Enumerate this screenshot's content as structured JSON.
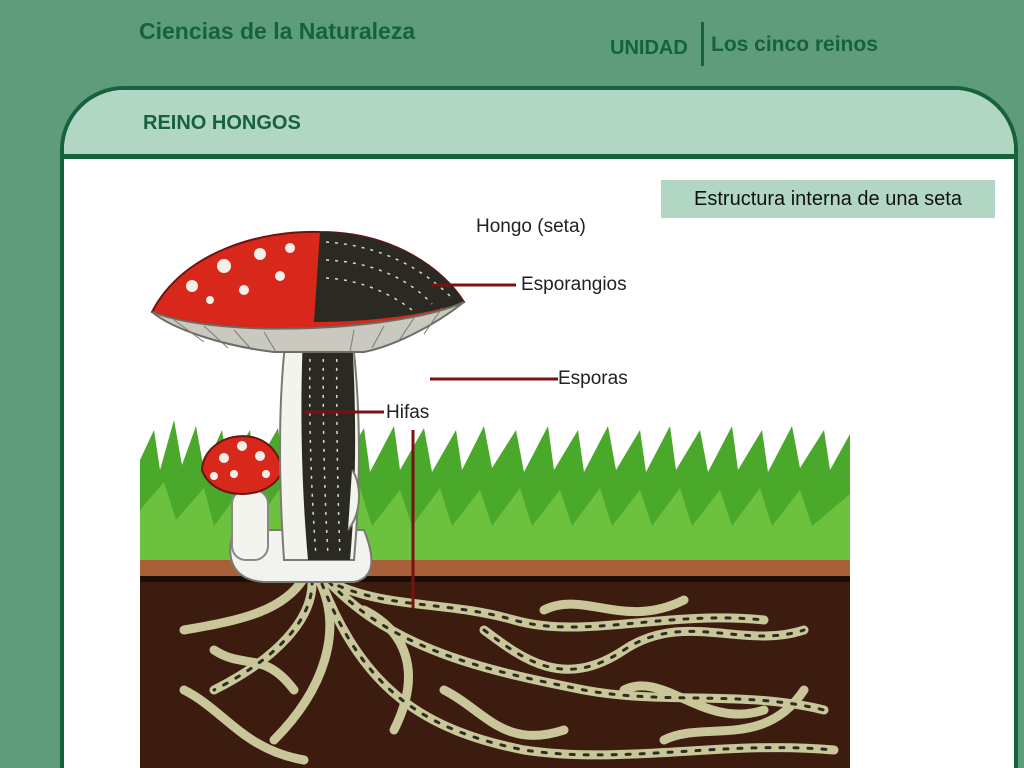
{
  "header": {
    "course_title": "Ciencias de la Naturaleza",
    "unit_label": "UNIDAD",
    "unit_name": "Los cinco reinos"
  },
  "section": {
    "title": "REINO HONGOS"
  },
  "caption": "Estructura interna de una seta",
  "diagram": {
    "labels": {
      "organism": "Hongo (seta)",
      "sporangia": "Esporangios",
      "spores": "Esporas",
      "hyphae": "Hifas"
    },
    "colors": {
      "frame_green": "#16623c",
      "cap_red": "#d8281c",
      "grass_green": "#4aa82a",
      "soil_dark": "#3b1c0e",
      "pointer": "#7a1212"
    }
  }
}
